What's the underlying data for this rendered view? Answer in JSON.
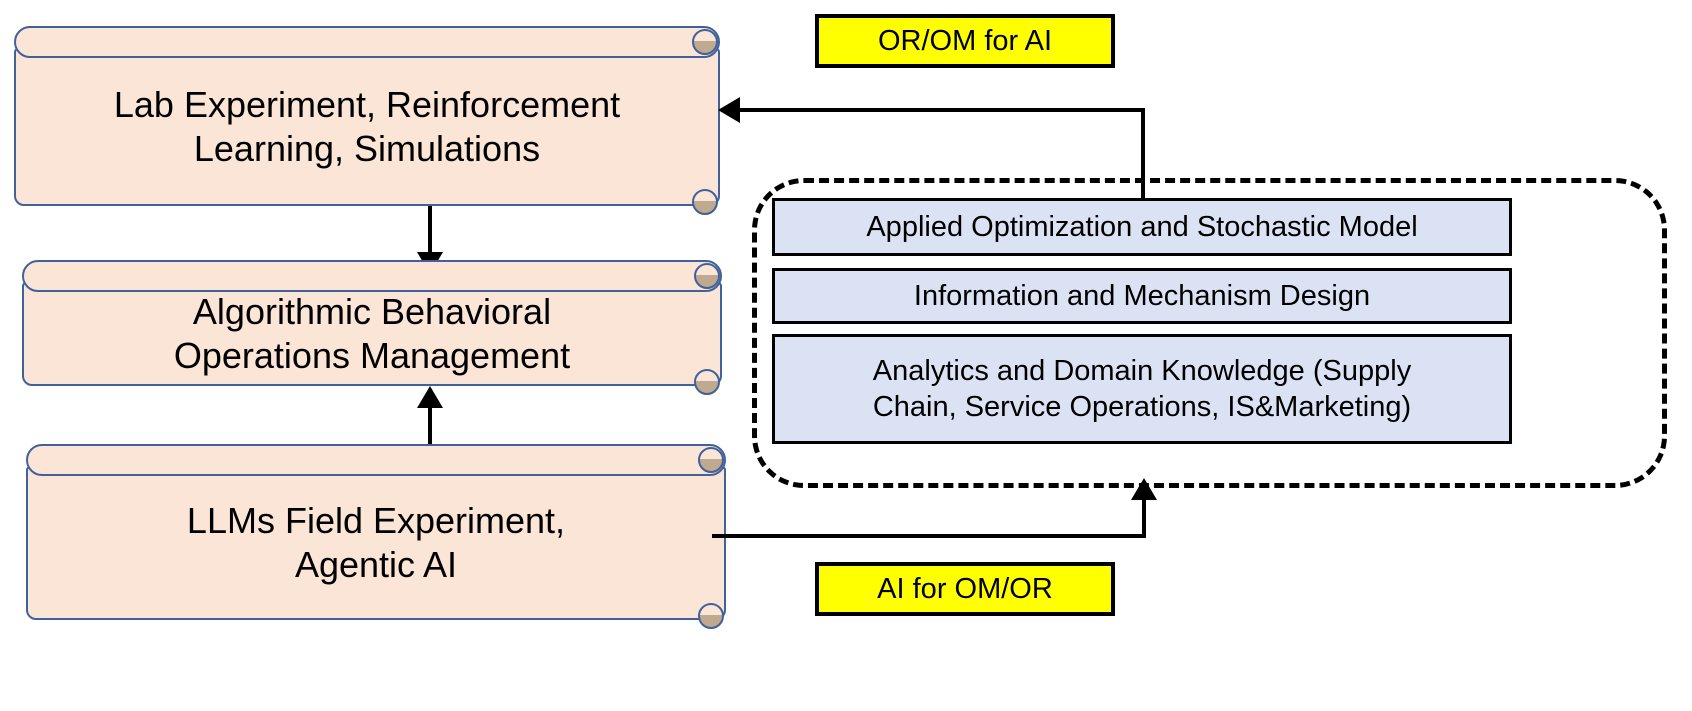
{
  "diagram": {
    "title": "Algorithmic Behavioral Operations Management research framework",
    "colors": {
      "scroll_fill": "#fae5d6",
      "scroll_border": "#41619b",
      "blue_fill": "#dbe2f4",
      "blue_border": "#000000",
      "yellow_fill": "#ffff00",
      "yellow_border": "#000000",
      "connector": "#000000",
      "background": "#ffffff"
    }
  },
  "scroll_boxes": [
    {
      "id": "lab-experiment",
      "label": "Lab Experiment, Reinforcement\nLearning, Simulations"
    },
    {
      "id": "algorithmic-bom",
      "label": "Algorithmic Behavioral\nOperations Management"
    },
    {
      "id": "llms-field-experiment",
      "label": "LLMs Field Experiment,\nAgentic AI"
    }
  ],
  "capability_group": {
    "boxes": [
      {
        "id": "applied-optimization",
        "label": "Applied Optimization and Stochastic Model"
      },
      {
        "id": "information-mechanism-design",
        "label": "Information and Mechanism Design"
      },
      {
        "id": "analytics-domain-knowledge",
        "label": "Analytics and Domain Knowledge (Supply\nChain, Service Operations, IS&Marketing)"
      }
    ]
  },
  "annotations": [
    {
      "id": "or-om-for-ai",
      "label": "OR/OM for AI"
    },
    {
      "id": "ai-for-om-or",
      "label": "AI for OM/OR"
    }
  ],
  "connectors": [
    {
      "id": "lab-to-abom",
      "direction": "down"
    },
    {
      "id": "llms-to-abom",
      "direction": "up"
    },
    {
      "id": "capabilities-to-lab",
      "direction": "left"
    },
    {
      "id": "llms-to-capabilities",
      "direction": "up"
    }
  ]
}
